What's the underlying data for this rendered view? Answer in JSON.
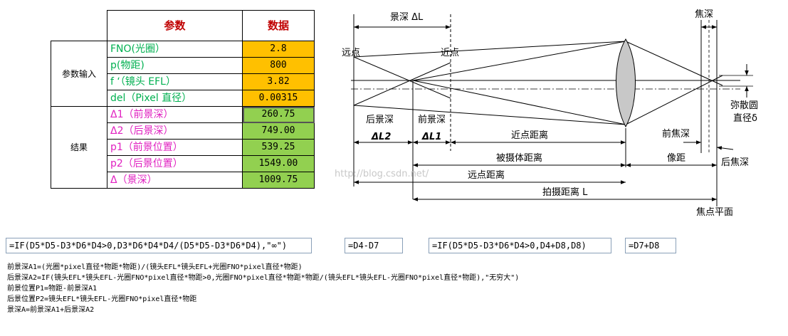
{
  "table": {
    "header_param": "参数",
    "header_data": "数据",
    "input_group": "参数输入",
    "result_group": "结果",
    "inputs": [
      {
        "label": "FNO(光圈）",
        "value": "2.8"
      },
      {
        "label": "p(物距)",
        "value": "800"
      },
      {
        "label": "f ‘（镜头 EFL）",
        "value": "3.82"
      },
      {
        "label": "del（Pixel 直径）",
        "value": "0.00315"
      }
    ],
    "results": [
      {
        "label": "Δ1（前景深）",
        "value": "260.75"
      },
      {
        "label": "Δ2（后景深）",
        "value": "749.00"
      },
      {
        "label": "p1（前景位置）",
        "value": "539.25"
      },
      {
        "label": "p2（后景位置）",
        "value": "1549.00"
      },
      {
        "label": "Δ（景深）",
        "value": "1009.75"
      }
    ]
  },
  "formulas": [
    "=IF(D5*D5-D3*D6*D4>0,D3*D6*D4*D4/(D5*D5-D3*D6*D4),\"∞\")",
    "=D4-D7",
    "=IF(D5*D5-D3*D6*D4>0,D4+D8,D8)",
    "=D7+D8"
  ],
  "notes": [
    "前景深A1=(光圈*pixel直径*物距*物距)/(镜头EFL*镜头EFL+光圈FNO*pixel直径*物距)",
    "后景深A2=IF(镜头EFL*镜头EFL-光圈FNO*pixel直径*物距>0,光圈FNO*pixel直径*物距*物距/(镜头EFL*镜头EFL-光圈FNO*pixel直径*物距),\"无穷大\")",
    "前景位置P1=物距-前景深A1",
    "后景位置P2=镜头EFL*镜头EFL-光圈FNO*pixel直径*物距",
    "景深A=前景深A1+后景深A2"
  ],
  "diagram": {
    "depth_of_field": "景深 ΔL",
    "far_point": "远点",
    "near_point": "近点",
    "focal_depth": "焦深",
    "circle_of_confusion_1": "弥散圆",
    "circle_of_confusion_2": "直径δ",
    "rear_depth": "后景深",
    "front_depth": "前景深",
    "dL2": "ΔL2",
    "dL1": "ΔL1",
    "near_distance": "近点距离",
    "front_focal_depth": "前焦深",
    "subject_distance": "被摄体距离",
    "image_distance": "像距",
    "rear_focal_depth": "后焦深",
    "far_distance": "远点距离",
    "shooting_distance": "拍摄距离 L",
    "focal_plane": "焦点平面",
    "watermark": "http://blog.csdn.net/"
  }
}
